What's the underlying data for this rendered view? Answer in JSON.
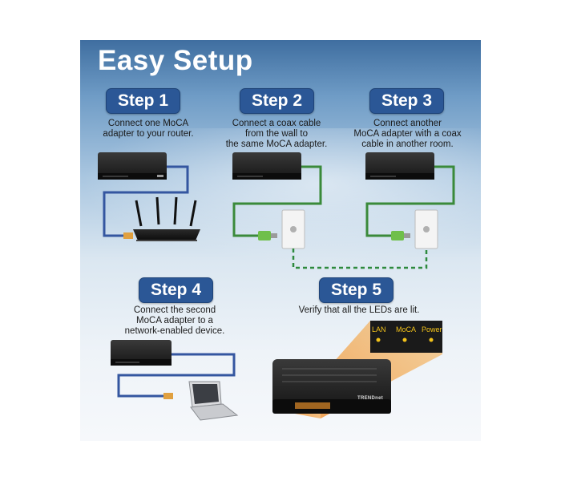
{
  "title": "Easy Setup",
  "steps": [
    {
      "label": "Step 1",
      "lines": [
        "Connect one MoCA",
        "adapter to your router."
      ]
    },
    {
      "label": "Step 2",
      "lines": [
        "Connect a coax cable",
        "from the wall to",
        "the same MoCA adapter."
      ]
    },
    {
      "label": "Step 3",
      "lines": [
        "Connect another",
        "MoCA adapter with a coax",
        "cable in another room."
      ]
    },
    {
      "label": "Step 4",
      "lines": [
        "Connect the second",
        "MoCA adapter to a",
        "network-enabled device."
      ]
    },
    {
      "label": "Step 5",
      "lines": [
        "Verify that all the LEDs are lit."
      ]
    }
  ],
  "led_labels": [
    "LAN",
    "MoCA",
    "Power"
  ],
  "brand": "TRENDnet",
  "colors": {
    "ethernet_cable": "#3456a0",
    "coax_cable": "#3a8a3a",
    "pill": "#2b5796",
    "led": "#f2c21a",
    "zoom": "#f08a24"
  },
  "icons": [
    "moca-adapter-icon",
    "router-icon",
    "wall-coax-outlet-icon",
    "coax-connector-icon",
    "laptop-icon",
    "rj45-plug-icon"
  ]
}
